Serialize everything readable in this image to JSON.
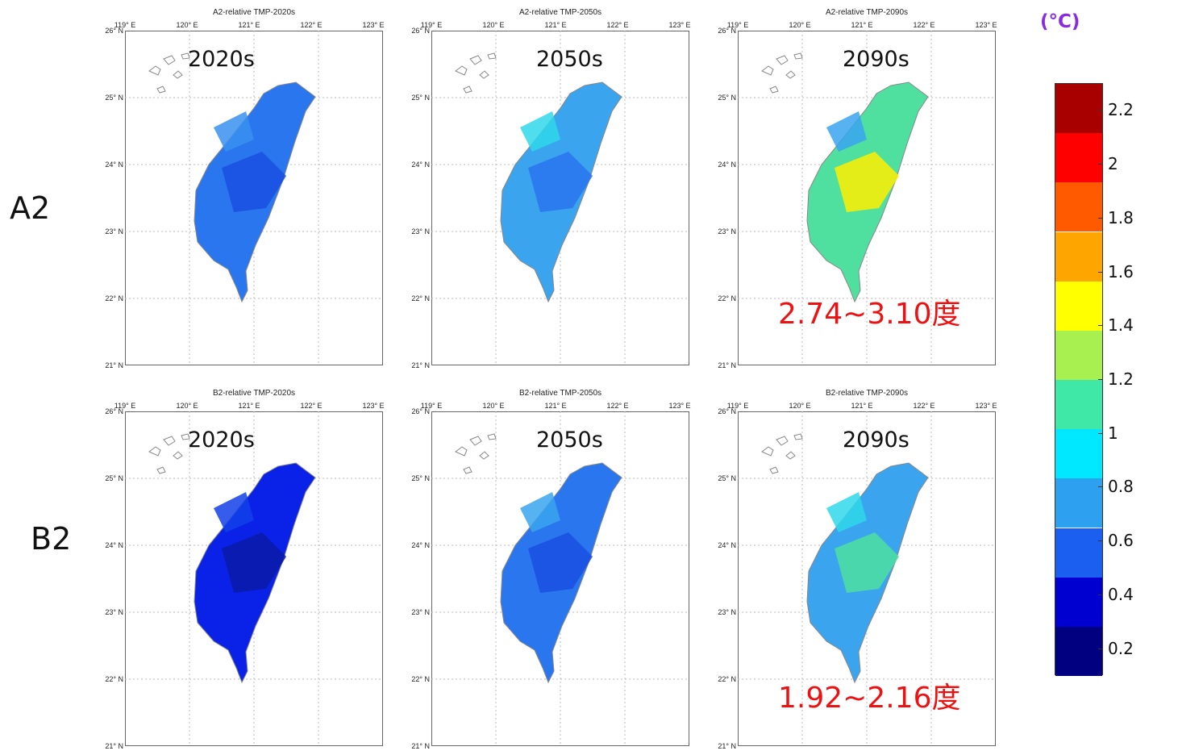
{
  "rows": [
    {
      "label": "A2",
      "panels": [
        {
          "title": "A2-relative TMP-2020s",
          "decade": "2020s",
          "range": "",
          "fill": "#2a76ee",
          "patch1": "#1a4fe0",
          "patch2": "#3a90f0"
        },
        {
          "title": "A2-relative TMP-2050s",
          "decade": "2050s",
          "range": "",
          "fill": "#3aa4ee",
          "patch1": "#2a76ee",
          "patch2": "#2fd8ea"
        },
        {
          "title": "A2-relative TMP-2090s",
          "decade": "2090s",
          "range": "2.74~3.10度",
          "fill": "#4fe0a0",
          "patch1": "#ffee00",
          "patch2": "#3aa4ee"
        }
      ]
    },
    {
      "label": "B2",
      "panels": [
        {
          "title": "B2-relative TMP-2020s",
          "decade": "2020s",
          "range": "",
          "fill": "#0a22e8",
          "patch1": "#0a1aa8",
          "patch2": "#1240e8"
        },
        {
          "title": "B2-relative TMP-2050s",
          "decade": "2050s",
          "range": "",
          "fill": "#2a76ee",
          "patch1": "#1a4fe0",
          "patch2": "#3aa4ee"
        },
        {
          "title": "B2-relative TMP-2090s",
          "decade": "2090s",
          "range": "1.92~2.16度",
          "fill": "#3aa4ee",
          "patch1": "#4fe0a0",
          "patch2": "#2fd8ea"
        }
      ]
    }
  ],
  "lon_labels": [
    "119° E",
    "120° E",
    "121° E",
    "122° E",
    "123° E"
  ],
  "lat_labels": [
    "26° N",
    "25° N",
    "24° N",
    "23° N",
    "22° N",
    "21° N"
  ],
  "colorbar": {
    "unit": "(°C)",
    "colors": [
      "#000080",
      "#0000d0",
      "#1a5ff0",
      "#2ea0f0",
      "#00e8ff",
      "#40e8a8",
      "#a8f050",
      "#ffff00",
      "#ffa500",
      "#ff5a00",
      "#ff0000",
      "#a80000"
    ],
    "ticks": [
      {
        "label": "0.2",
        "v": 0.2
      },
      {
        "label": "0.4",
        "v": 0.4
      },
      {
        "label": "0.6",
        "v": 0.6
      },
      {
        "label": "0.8",
        "v": 0.8
      },
      {
        "label": "1",
        "v": 1.0
      },
      {
        "label": "1.2",
        "v": 1.2
      },
      {
        "label": "1.4",
        "v": 1.4
      },
      {
        "label": "1.6",
        "v": 1.6
      },
      {
        "label": "1.8",
        "v": 1.8
      },
      {
        "label": "2",
        "v": 2.0
      },
      {
        "label": "2.2",
        "v": 2.2
      }
    ],
    "min": 0.1,
    "max": 2.3
  }
}
